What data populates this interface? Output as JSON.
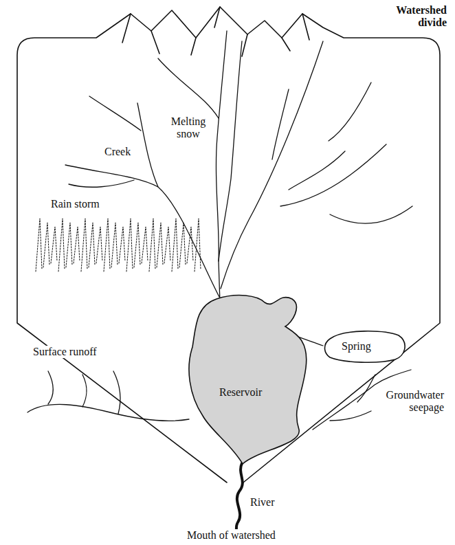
{
  "diagram": {
    "nodes": [
      {
        "text": [
          "Spring"
        ]
      },
      {
        "text": [
          "Reservoir"
        ]
      }
    ],
    "labels": [
      "Watershed divide",
      "Melting snow",
      "Creek",
      "Rain storm",
      "Surface runoff",
      "Groundwater seepage",
      "River",
      "Mouth of watershed"
    ]
  }
}
